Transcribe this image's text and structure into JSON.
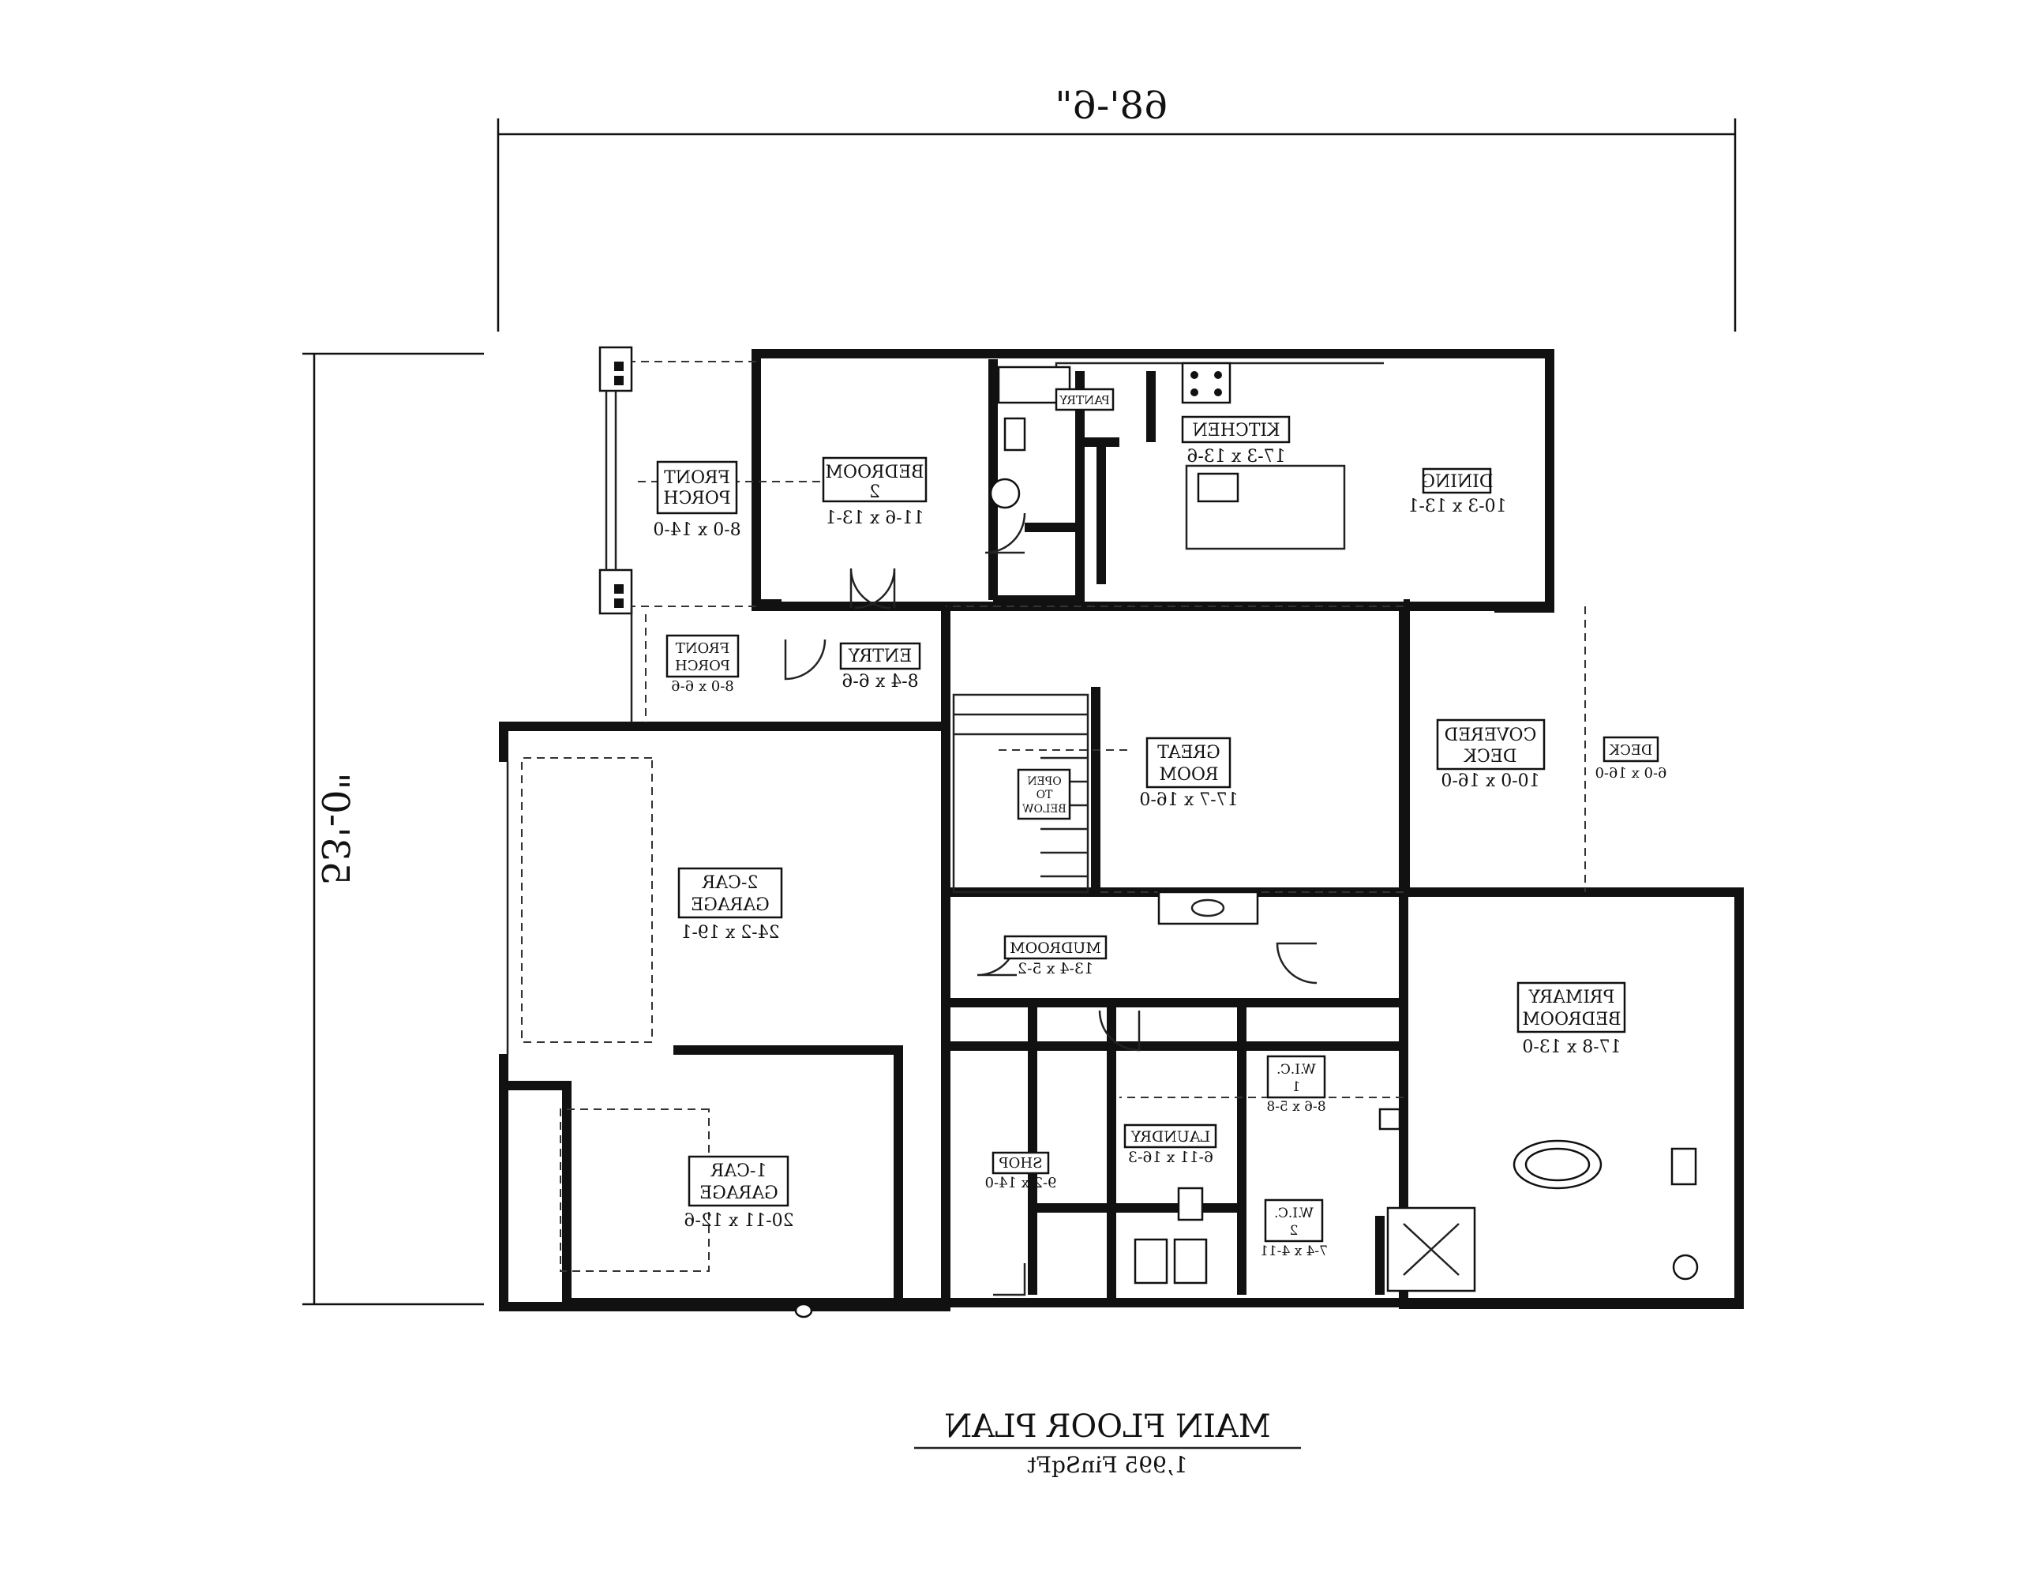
{
  "dimensions": {
    "width": "68'-6\"",
    "depth": "53'-0\""
  },
  "rooms": {
    "bedroom2": {
      "name_line1": "BEDROOM",
      "name_line2": "2",
      "size": "11-6 x 13-1"
    },
    "front_porch": {
      "name_line1": "FRONT",
      "name_line2": "PORCH",
      "size": "8-0 x 14-0"
    },
    "front_porch_small": {
      "name_line1": "FRONT",
      "name_line2": "PORCH",
      "size": "8-0 x 6-6"
    },
    "pantry": {
      "name": "PANTRY"
    },
    "kitchen": {
      "name": "KITCHEN",
      "size": "17-3 x 13-6"
    },
    "dining": {
      "name": "DINING",
      "size": "10-3 x 13-1"
    },
    "entry": {
      "name": "ENTRY",
      "size": "8-4 x 6-6"
    },
    "open_to_below": {
      "line1": "OPEN",
      "line2": "TO",
      "line3": "BELOW"
    },
    "great_room": {
      "name_line1": "GREAT",
      "name_line2": "ROOM",
      "size": "17-7 x 16-0"
    },
    "covered_deck": {
      "name_line1": "COVERED",
      "name_line2": "DECK",
      "size": "10-0 x 16-0"
    },
    "deck": {
      "name": "DECK",
      "size": "6-0 x 16-0"
    },
    "garage2": {
      "name_line1": "2-CAR",
      "name_line2": "GARAGE",
      "size": "24-2 x 19-1"
    },
    "garage1": {
      "name_line1": "1-CAR",
      "name_line2": "GARAGE",
      "size": "20-11 x 12-6"
    },
    "mudroom": {
      "name": "MUDROOM",
      "size": "13-4 x 5-2"
    },
    "shop": {
      "name": "SHOP",
      "size": "9-2 x 14-0"
    },
    "laundry": {
      "name": "LAUNDRY",
      "size": "6-11 x 16-3"
    },
    "wic1": {
      "name_line1": "W.I.C.",
      "name_line2": "1",
      "size": "8-6 x 5-8"
    },
    "wic2": {
      "name_line1": "W.I.C.",
      "name_line2": "2",
      "size": "7-4 x 4-11"
    },
    "primary_bedroom": {
      "name_line1": "PRIMARY",
      "name_line2": "BEDROOM",
      "size": "17-8 x 13-0"
    }
  },
  "footer": {
    "title": "MAIN FLOOR PLAN",
    "subtitle": "1,995 FinSqFt"
  }
}
